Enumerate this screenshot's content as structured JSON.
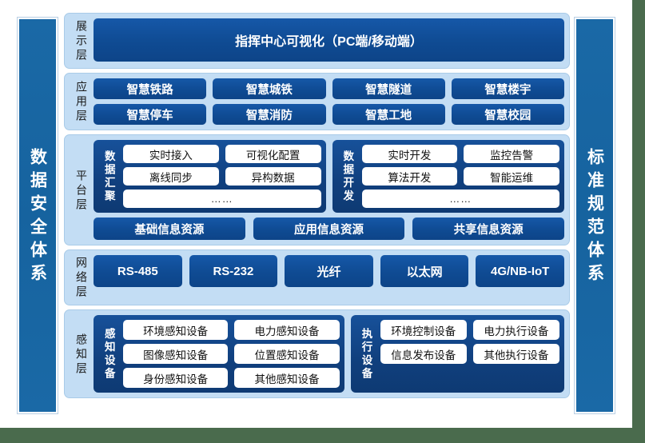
{
  "pillars": {
    "left": "数据安全体系",
    "right": "标准规范体系"
  },
  "layers": {
    "presentation": {
      "label": "展示层",
      "item": "指挥中心可视化（PC端/移动端）"
    },
    "application": {
      "label": "应用层",
      "row1": [
        "智慧铁路",
        "智慧城铁",
        "智慧隧道",
        "智慧楼宇"
      ],
      "row2": [
        "智慧停车",
        "智慧消防",
        "智慧工地",
        "智慧校园"
      ]
    },
    "platform": {
      "label": "平台层",
      "groups": [
        {
          "label": "数据汇聚",
          "row1": [
            "实时接入",
            "可视化配置"
          ],
          "row2": [
            "离线同步",
            "异构数据"
          ],
          "row3": "……"
        },
        {
          "label": "数据开发",
          "row1": [
            "实时开发",
            "监控告警"
          ],
          "row2": [
            "算法开发",
            "智能运维"
          ],
          "row3": "……"
        }
      ],
      "resources": [
        "基础信息资源",
        "应用信息资源",
        "共享信息资源"
      ]
    },
    "network": {
      "label": "网络层",
      "items": [
        "RS-485",
        "RS-232",
        "光纤",
        "以太网",
        "4G/NB-IoT"
      ]
    },
    "perception": {
      "label": "感知层",
      "groups": [
        {
          "label": "感知设备",
          "row1": [
            "环境感知设备",
            "电力感知设备"
          ],
          "row2": [
            "图像感知设备",
            "位置感知设备"
          ],
          "row3": [
            "身份感知设备",
            "其他感知设备"
          ]
        },
        {
          "label": "执行设备",
          "row1": [
            "环境控制设备",
            "电力执行设备"
          ],
          "row2": [
            "信息发布设备",
            "其他执行设备"
          ]
        }
      ]
    }
  },
  "colors": {
    "background": "#4a6b4d",
    "canvas": "#ffffff",
    "pillar": "#1a69a6",
    "layer_band": "#c3ddf4",
    "chip": "#0f4b93",
    "group": "#103f7d",
    "box": "#ffffff"
  }
}
